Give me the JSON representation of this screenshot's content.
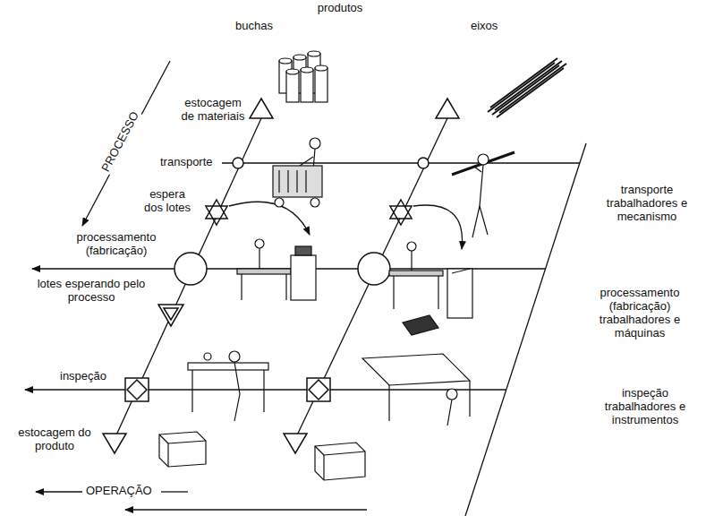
{
  "diagram": {
    "labels": [
      "produtos",
      "buchas",
      "eixos",
      "estocagem de materiais",
      "PROCESSO",
      "transporte",
      "espera dos lotes",
      "processamento (fabricação)",
      "lotes esperando pelo processo",
      "inspeção",
      "estocagem do produto",
      "OPERAÇÃO",
      "transporte trabalhadores e mecanismo",
      "processamento (fabricação) trabalhadores e máquinas",
      "inspeção trabalhadores e instrumentos"
    ]
  }
}
